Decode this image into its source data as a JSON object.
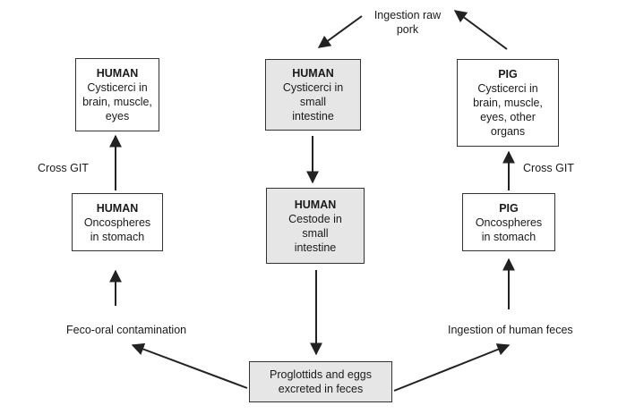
{
  "boxes": {
    "human_left": {
      "header": "HUMAN",
      "body": "Cysticerci in\nbrain, muscle,\neyes"
    },
    "human_center_top": {
      "header": "HUMAN",
      "body": "Cysticerci in\nsmall\nintestine"
    },
    "pig_right_top": {
      "header": "PIG",
      "body": "Cysticerci in\nbrain, muscle,\neyes, other\norgans"
    },
    "human_left_mid": {
      "header": "HUMAN",
      "body": "Oncospheres\nin stomach"
    },
    "human_center_mid": {
      "header": "HUMAN",
      "body": "Cestode in\nsmall\nintestine"
    },
    "pig_right_mid": {
      "header": "PIG",
      "body": "Oncospheres\nin stomach"
    },
    "bottom": {
      "body": "Proglottids and eggs\nexcreted in feces"
    }
  },
  "labels": {
    "ingestion_raw_pork": "Ingestion raw\npork",
    "cross_git_left": "Cross GIT",
    "cross_git_right": "Cross GIT",
    "feco_oral": "Feco-oral contamination",
    "ingestion_human_feces": "Ingestion of human feces"
  }
}
